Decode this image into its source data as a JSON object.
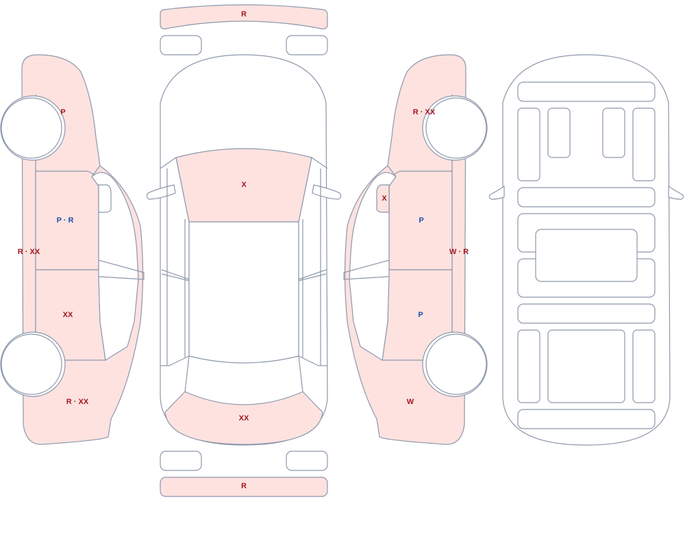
{
  "colors": {
    "damaged_fill": "#fde2e0",
    "plain_fill": "#ffffff",
    "outline": "#8c97ab",
    "red_code": "#a3151d",
    "blue_code": "#1f4fa3"
  },
  "labels": {
    "rear_bumper_top": "R",
    "front_bumper_bottom": "R",
    "windshield": "X",
    "trunk_lid": "XX",
    "left_rear_fender": "P",
    "left_rear_door": "P · R",
    "left_sill": "R · XX",
    "left_front_door": "XX",
    "left_front_fender": "R · XX",
    "right_rear_fender": "R · XX",
    "right_mirror": "X",
    "right_rear_door": "P",
    "right_sill": "W · R",
    "right_front_door": "P",
    "right_front_fender": "W"
  }
}
